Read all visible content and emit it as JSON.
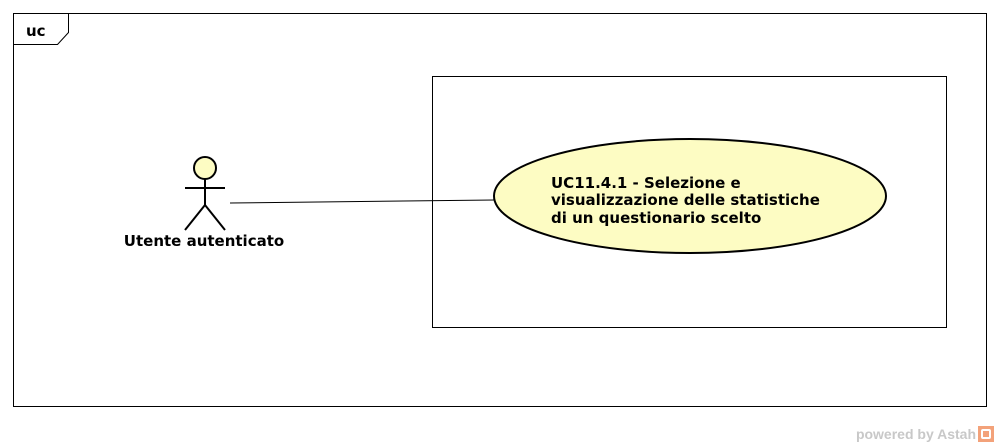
{
  "frame": {
    "tag": "uc"
  },
  "actor": {
    "name": "Utente autenticato"
  },
  "use_case": {
    "lines": [
      "UC11.4.1 - Selezione e",
      "visualizzazione delle statistiche",
      "di un questionario scelto"
    ]
  },
  "colors": {
    "use_case_fill": "#fdfcc3",
    "actor_head_fill": "#fdfcc3",
    "stroke": "#000000",
    "watermark": "#c8c8c8"
  },
  "watermark": {
    "text": "powered by Astah"
  }
}
